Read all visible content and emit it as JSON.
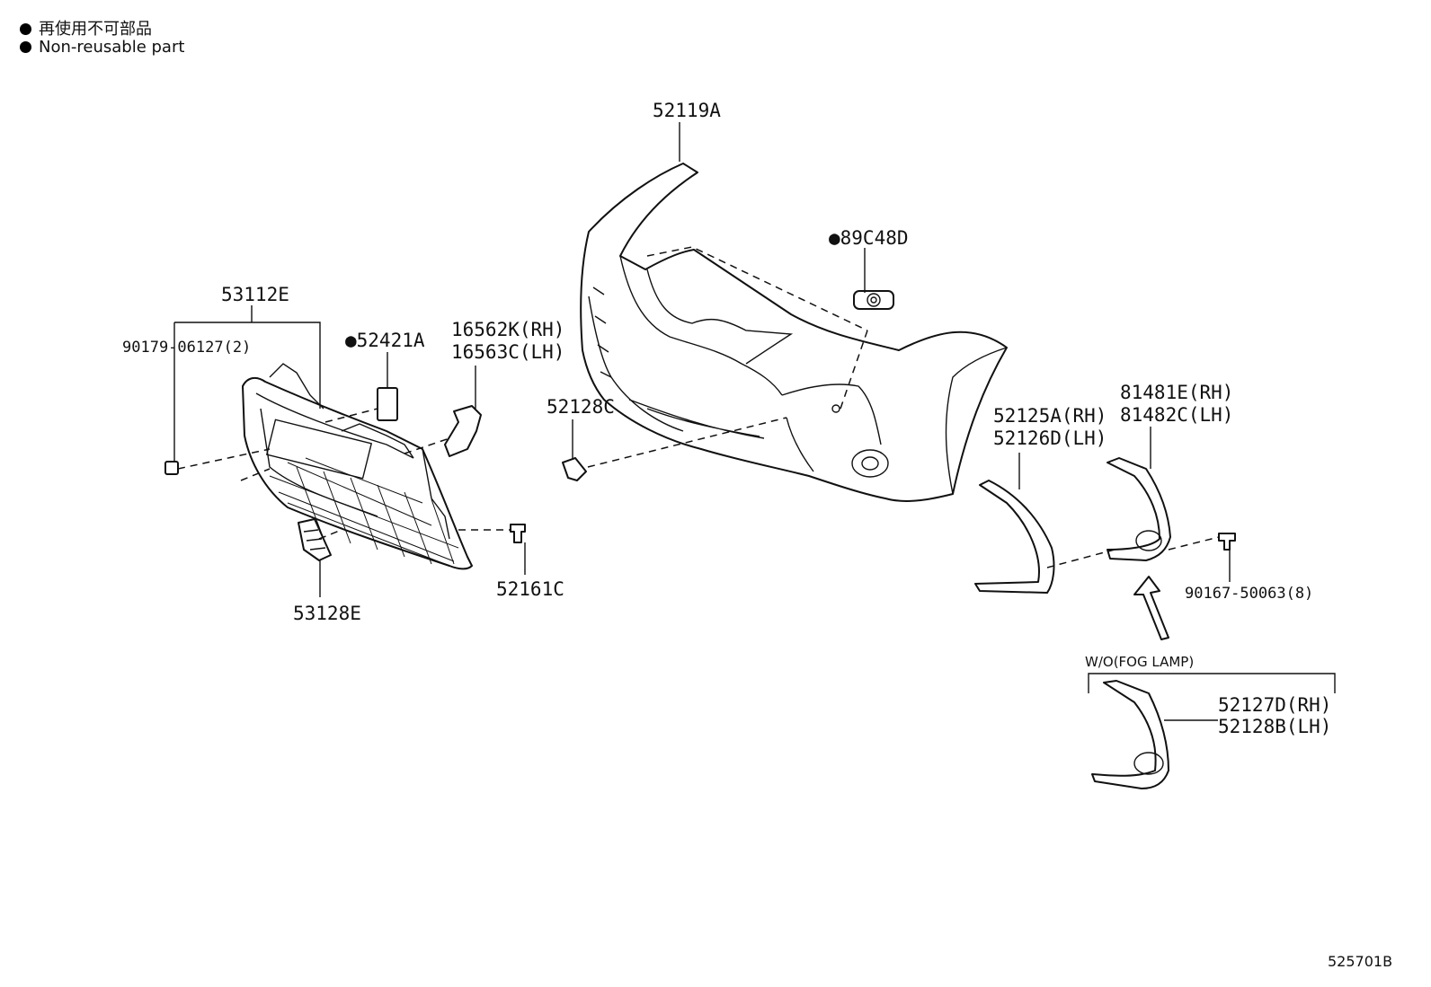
{
  "legend": {
    "line_ja": "再使用不可部品",
    "line_en": "Non-reusable part",
    "marker_icon": "filled-circle"
  },
  "parts": {
    "p52119A": "52119A",
    "p89C48D": "●89C48D",
    "p53112E": "53112E",
    "p90179": "90179-06127(2)",
    "p52421A": "●52421A",
    "p16562K": "16562K(RH)",
    "p16563C": "16563C(LH)",
    "p52128C": "52128C",
    "p53128E": "53128E",
    "p52161C": "52161C",
    "p52125A": "52125A(RH)",
    "p52126D": "52126D(LH)",
    "p81481E": "81481E(RH)",
    "p81482C": "81482C(LH)",
    "p90167": "90167-50063(8)",
    "p52127D": "52127D(RH)",
    "p52128B": "52128B(LH)"
  },
  "variant_caption": "W/O(FOG LAMP)",
  "drawing_code": "525701B"
}
